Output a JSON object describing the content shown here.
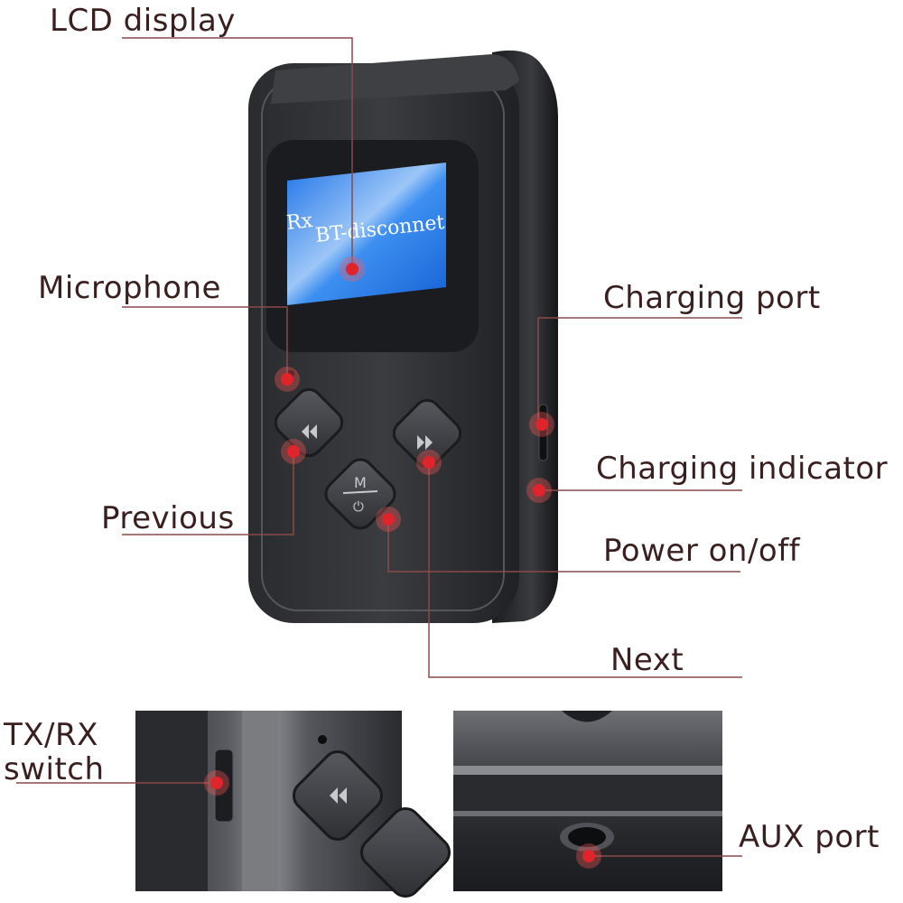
{
  "labels": {
    "lcd": "LCD display",
    "microphone": "Microphone",
    "charging_port": "Charging port",
    "charging_indicator": "Charging indicator",
    "previous": "Previous",
    "power": "Power on/off",
    "next": "Next",
    "txrx_line1": "TX/RX",
    "txrx_line2": "switch",
    "aux": "AUX port"
  },
  "screen": {
    "mode": "Rx",
    "status": "BT-disconnet"
  },
  "center_button": {
    "top": "M",
    "bottom": "⏻"
  },
  "colors": {
    "marker": "#e0242b",
    "leader": "#8a4a4a",
    "label": "#3a1f1f",
    "screen": "#2a7ef0"
  },
  "icons": [
    "previous-icon",
    "next-icon",
    "power-icon"
  ]
}
